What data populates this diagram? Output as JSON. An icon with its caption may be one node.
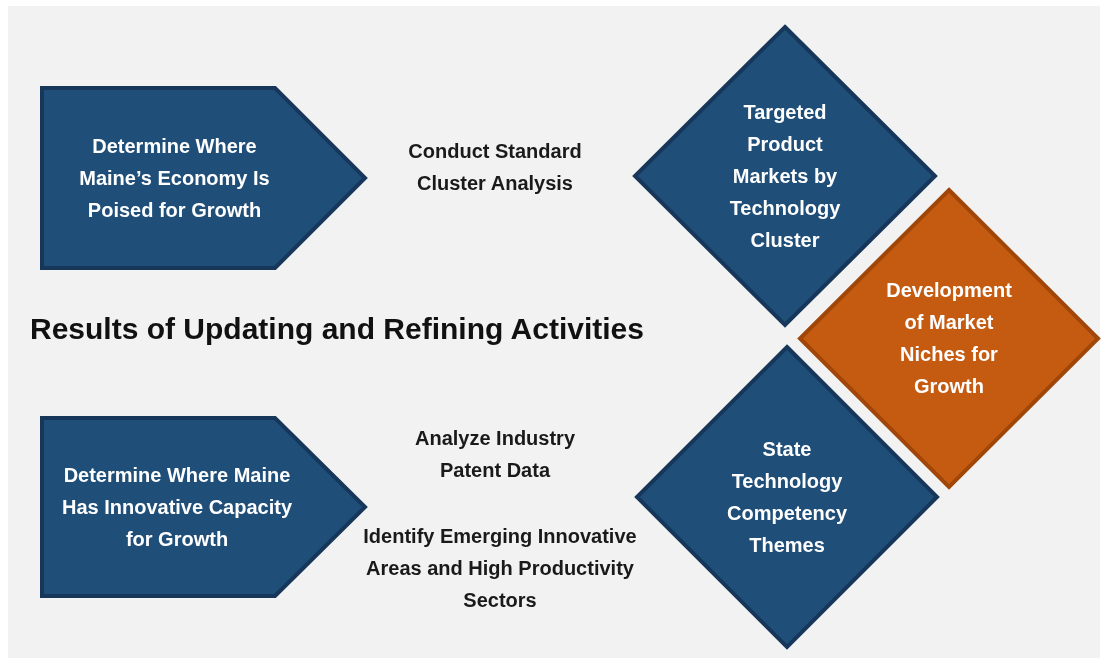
{
  "diagram": {
    "title": "Results of Updating and Refining Activities",
    "nodes": [
      {
        "text": [
          "Determine Where Maine’s Economy Is Poised for Growth"
        ]
      },
      {
        "text": [
          "Targeted Product Markets by Technology Cluster"
        ]
      },
      {
        "text": [
          "Development of Market Niches for Growth"
        ]
      },
      {
        "text": [
          "Determine Where Maine Has Innovative Capacity for Growth"
        ]
      },
      {
        "text": [
          "State Technology Competency Themes"
        ]
      }
    ],
    "labels": [
      "Conduct Standard Cluster Analysis",
      "Analyze Industry Patent Data",
      "Identify Emerging Innovative Areas and High Productivity Sectors"
    ]
  }
}
